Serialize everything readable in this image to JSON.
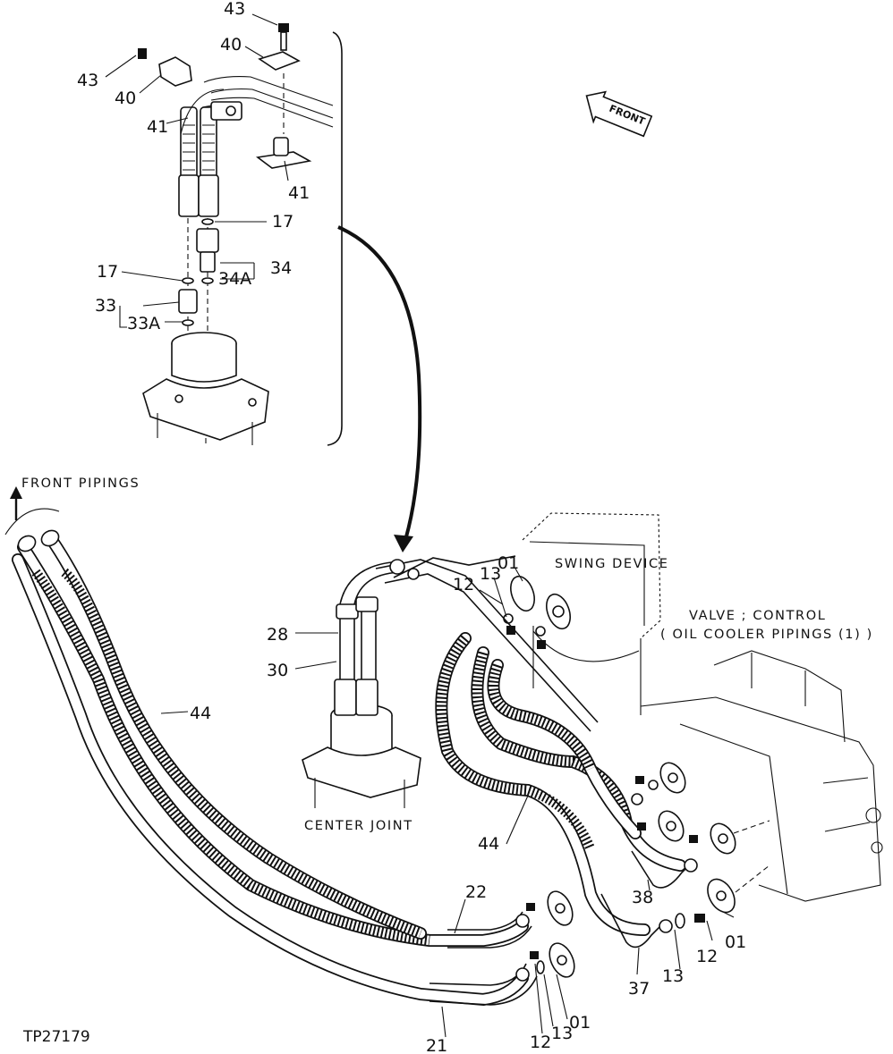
{
  "figure_id": "TP27179",
  "labels": {
    "front_pipings": "FRONT PIPINGS",
    "swing_device": "SWING DEVICE",
    "valve_control": "VALVE ; CONTROL",
    "oil_cooler_pipings": "( OIL COOLER PIPINGS (1) )",
    "center_joint": "CENTER JOINT",
    "front_arrow": "FRONT"
  },
  "callouts": {
    "p43_top": "43",
    "p40_top": "40",
    "p43_left": "43",
    "p40_left": "40",
    "p41_left": "41",
    "p41_right": "41",
    "p17_right": "17",
    "p17_left": "17",
    "p34": "34",
    "p34a": "34A",
    "p33": "33",
    "p33a": "33A",
    "p01_top": "01",
    "p12_top": "12",
    "p13_top": "13",
    "p28": "28",
    "p30": "30",
    "p44_left": "44",
    "p44_mid": "44",
    "p22": "22",
    "p38": "38",
    "p01_right": "01",
    "p12_right": "12",
    "p13_right": "13",
    "p37": "37",
    "p01_bottom": "01",
    "p13_bottom": "13",
    "p12_bottom": "12",
    "p21": "21"
  }
}
